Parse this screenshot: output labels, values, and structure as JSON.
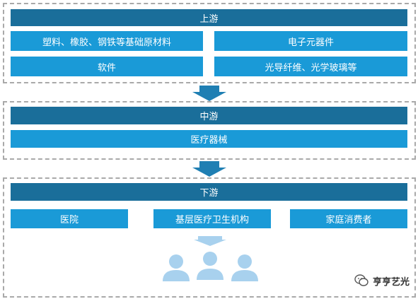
{
  "upstream": {
    "title": "上游",
    "items": [
      "塑料、橡胶、钢铁等基础原材料",
      "电子元器件",
      "软件",
      "光导纤维、光学玻璃等"
    ]
  },
  "midstream": {
    "title": "中游",
    "items": [
      "医疗器械"
    ]
  },
  "downstream": {
    "title": "下游",
    "items": [
      "医院",
      "基层医疗卫生机构",
      "家庭消费者"
    ]
  },
  "people_icon": "people-group-icon",
  "arrow_icon": "arrow-down-icon",
  "watermark": {
    "icon": "wechat-logo-icon",
    "text": "亨亨艺光"
  },
  "colors": {
    "header": "#1a6e9a",
    "cell": "#1a9ad7",
    "arrow": "#1f7fb3",
    "people": "#a8d1ee",
    "border": "#a9a9a9"
  }
}
